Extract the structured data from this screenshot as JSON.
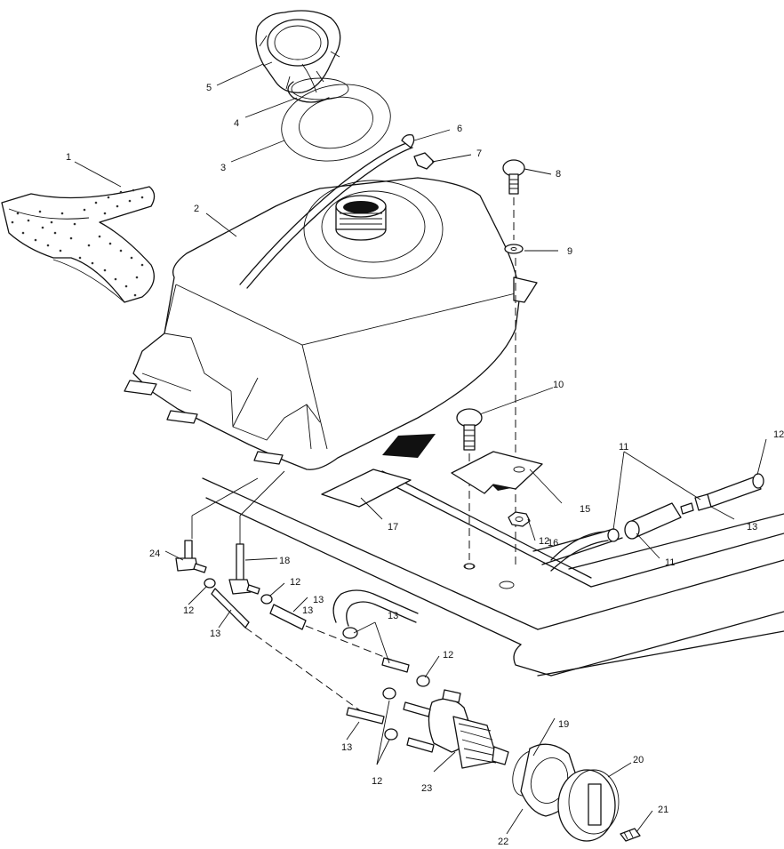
{
  "callouts": [
    "1",
    "2",
    "3",
    "4",
    "5",
    "6",
    "7",
    "8",
    "9",
    "10",
    "11",
    "11",
    "12",
    "12",
    "12",
    "12",
    "12",
    "12",
    "13",
    "13",
    "13",
    "13",
    "13",
    "13",
    "15",
    "16",
    "17",
    "18",
    "19",
    "20",
    "21",
    "22",
    "23",
    "24"
  ],
  "colors": {
    "ink": "#111111",
    "paper": "#ffffff"
  }
}
